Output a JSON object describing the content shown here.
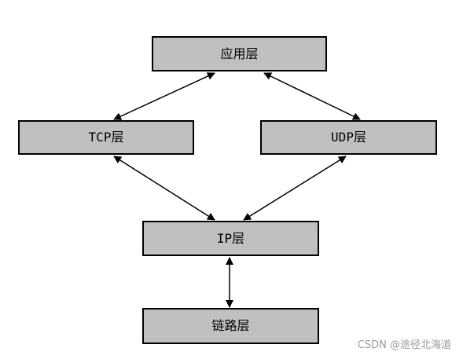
{
  "diagram": {
    "layers": {
      "application": "应用层",
      "tcp": "TCP层",
      "udp": "UDP层",
      "ip": "IP层",
      "link": "链路层"
    },
    "connections": [
      {
        "from": "application",
        "to": "tcp",
        "bidirectional": true
      },
      {
        "from": "application",
        "to": "udp",
        "bidirectional": true
      },
      {
        "from": "tcp",
        "to": "ip",
        "bidirectional": true
      },
      {
        "from": "udp",
        "to": "ip",
        "bidirectional": true
      },
      {
        "from": "ip",
        "to": "link",
        "bidirectional": true
      }
    ],
    "colors": {
      "box_fill": "#c0c0c0",
      "box_border": "#000000",
      "arrow": "#000000",
      "watermark": "#9a9a9a"
    }
  },
  "watermark": "CSDN @途径北海道"
}
